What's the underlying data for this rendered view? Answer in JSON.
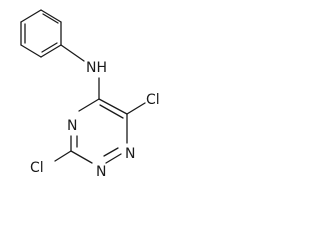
{
  "molecule": {
    "labels": {
      "amine": "NH",
      "chlorine_right": "Cl",
      "chlorine_bottom_left": "Cl",
      "nitrogen_left": "N",
      "nitrogen_bottom_right_a": "N",
      "nitrogen_bottom_right_b": "N"
    },
    "ink_color": "#1a1a1a",
    "background_color": "#ffffff"
  }
}
